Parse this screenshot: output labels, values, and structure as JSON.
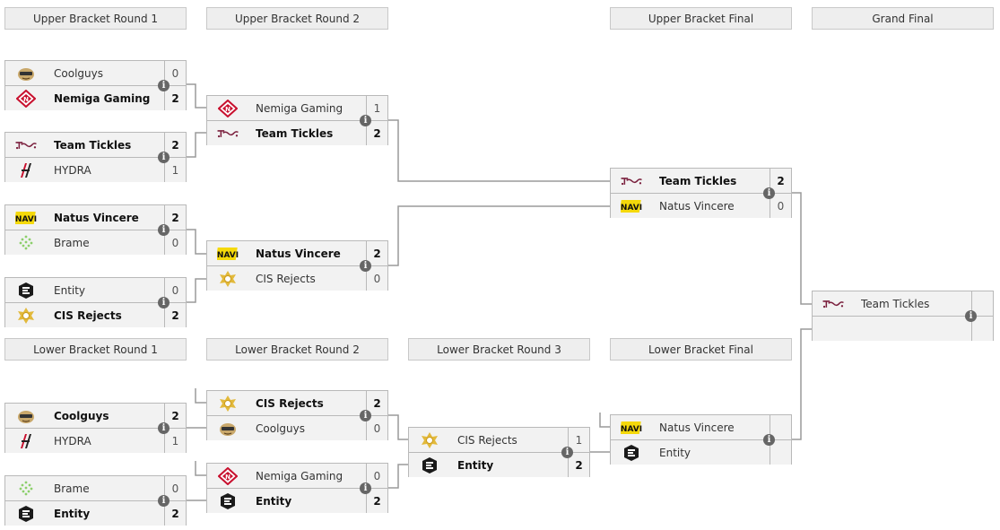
{
  "round_headers": {
    "ub_r1": "Upper Bracket Round 1",
    "ub_r2": "Upper Bracket Round 2",
    "ub_final": "Upper Bracket Final",
    "grand_final": "Grand Final",
    "lb_r1": "Lower Bracket Round 1",
    "lb_r2": "Lower Bracket Round 2",
    "lb_r3": "Lower Bracket Round 3",
    "lb_final": "Lower Bracket Final"
  },
  "info_glyph": "i",
  "matches": {
    "ub1a": {
      "t1": {
        "name": "Coolguys",
        "score": "0",
        "logo": "coolguys-logo"
      },
      "t2": {
        "name": "Nemiga Gaming",
        "score": "2",
        "logo": "nemiga-logo"
      }
    },
    "ub1b": {
      "t1": {
        "name": "Team Tickles",
        "score": "2",
        "logo": "team-tickles-logo"
      },
      "t2": {
        "name": "HYDRA",
        "score": "1",
        "logo": "hydra-logo"
      }
    },
    "ub1c": {
      "t1": {
        "name": "Natus Vincere",
        "score": "2",
        "logo": "navi-logo"
      },
      "t2": {
        "name": "Brame",
        "score": "0",
        "logo": "brame-logo"
      }
    },
    "ub1d": {
      "t1": {
        "name": "Entity",
        "score": "0",
        "logo": "entity-logo"
      },
      "t2": {
        "name": "CIS Rejects",
        "score": "2",
        "logo": "cis-rejects-logo"
      }
    },
    "ub2a": {
      "t1": {
        "name": "Nemiga Gaming",
        "score": "1",
        "logo": "nemiga-logo"
      },
      "t2": {
        "name": "Team Tickles",
        "score": "2",
        "logo": "team-tickles-logo"
      }
    },
    "ub2b": {
      "t1": {
        "name": "Natus Vincere",
        "score": "2",
        "logo": "navi-logo"
      },
      "t2": {
        "name": "CIS Rejects",
        "score": "0",
        "logo": "cis-rejects-logo"
      }
    },
    "ubf": {
      "t1": {
        "name": "Team Tickles",
        "score": "2",
        "logo": "team-tickles-logo"
      },
      "t2": {
        "name": "Natus Vincere",
        "score": "0",
        "logo": "navi-logo"
      }
    },
    "gf": {
      "t1": {
        "name": "Team Tickles",
        "score": "",
        "logo": "team-tickles-logo"
      },
      "t2": {
        "name": "",
        "score": "",
        "logo": ""
      }
    },
    "lb1a": {
      "t1": {
        "name": "Coolguys",
        "score": "2",
        "logo": "coolguys-logo"
      },
      "t2": {
        "name": "HYDRA",
        "score": "1",
        "logo": "hydra-logo"
      }
    },
    "lb1b": {
      "t1": {
        "name": "Brame",
        "score": "0",
        "logo": "brame-logo"
      },
      "t2": {
        "name": "Entity",
        "score": "2",
        "logo": "entity-logo"
      }
    },
    "lb2a": {
      "t1": {
        "name": "CIS Rejects",
        "score": "2",
        "logo": "cis-rejects-logo"
      },
      "t2": {
        "name": "Coolguys",
        "score": "0",
        "logo": "coolguys-logo"
      }
    },
    "lb2b": {
      "t1": {
        "name": "Nemiga Gaming",
        "score": "0",
        "logo": "nemiga-logo"
      },
      "t2": {
        "name": "Entity",
        "score": "2",
        "logo": "entity-logo"
      }
    },
    "lb3": {
      "t1": {
        "name": "CIS Rejects",
        "score": "1",
        "logo": "cis-rejects-logo"
      },
      "t2": {
        "name": "Entity",
        "score": "2",
        "logo": "entity-logo"
      }
    },
    "lbf": {
      "t1": {
        "name": "Natus Vincere",
        "score": "",
        "logo": "navi-logo"
      },
      "t2": {
        "name": "Entity",
        "score": "",
        "logo": "entity-logo"
      }
    }
  },
  "colors": {
    "line": "#9a9a9a",
    "header_bg": "#eeeeee",
    "row_bg": "#f2f2f2",
    "border": "#b9b9b9",
    "info": "#666666"
  }
}
